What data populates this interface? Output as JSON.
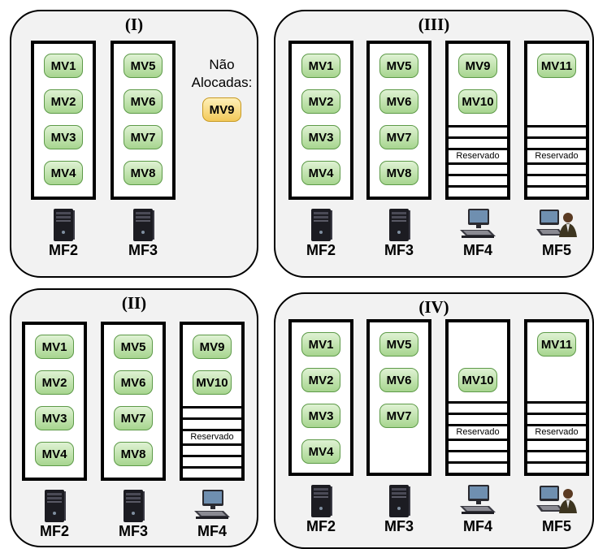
{
  "panels": [
    {
      "title": "(I)",
      "hosts": [
        {
          "name": "MF2",
          "icon": "server-tower-icon",
          "vms": [
            "MV1",
            "MV2",
            "MV3",
            "MV4"
          ]
        },
        {
          "name": "MF3",
          "icon": "server-tower-icon",
          "vms": [
            "MV5",
            "MV6",
            "MV7",
            "MV8"
          ]
        }
      ],
      "unallocated": {
        "label_line1": "Não",
        "label_line2": "Alocadas:",
        "vms": [
          "MV9"
        ]
      }
    },
    {
      "title": "(III)",
      "hosts": [
        {
          "name": "MF2",
          "icon": "server-tower-icon",
          "vms": [
            "MV1",
            "MV2",
            "MV3",
            "MV4"
          ]
        },
        {
          "name": "MF3",
          "icon": "server-tower-icon",
          "vms": [
            "MV5",
            "MV6",
            "MV7",
            "MV8"
          ]
        },
        {
          "name": "MF4",
          "icon": "desktop-computer-icon",
          "vms": [
            "MV9",
            "MV10"
          ],
          "reserved": "Reservado"
        },
        {
          "name": "MF5",
          "icon": "desktop-user-icon",
          "vms": [
            "MV11"
          ],
          "reserved": "Reservado"
        }
      ]
    },
    {
      "title": "(II)",
      "hosts": [
        {
          "name": "MF2",
          "icon": "server-tower-icon",
          "vms": [
            "MV1",
            "MV2",
            "MV3",
            "MV4"
          ]
        },
        {
          "name": "MF3",
          "icon": "server-tower-icon",
          "vms": [
            "MV5",
            "MV6",
            "MV7",
            "MV8"
          ]
        },
        {
          "name": "MF4",
          "icon": "desktop-computer-icon",
          "vms": [
            "MV9",
            "MV10"
          ],
          "reserved": "Reservado"
        }
      ]
    },
    {
      "title": "(IV)",
      "hosts": [
        {
          "name": "MF2",
          "icon": "server-tower-icon",
          "vms": [
            "MV1",
            "MV2",
            "MV3",
            "MV4"
          ]
        },
        {
          "name": "MF3",
          "icon": "server-tower-icon",
          "vms": [
            "MV5",
            "MV6",
            "MV7"
          ]
        },
        {
          "name": "MF4",
          "icon": "desktop-computer-icon",
          "vms": [
            "",
            "MV10"
          ],
          "reserved": "Reservado"
        },
        {
          "name": "MF5",
          "icon": "desktop-user-icon",
          "vms": [
            "MV11"
          ],
          "reserved": "Reservado"
        }
      ]
    }
  ],
  "colors": {
    "vm_fill": "#a7d58f",
    "vm_unallocated_fill": "#f3c95a",
    "panel_fill": "#f2f2f2"
  }
}
